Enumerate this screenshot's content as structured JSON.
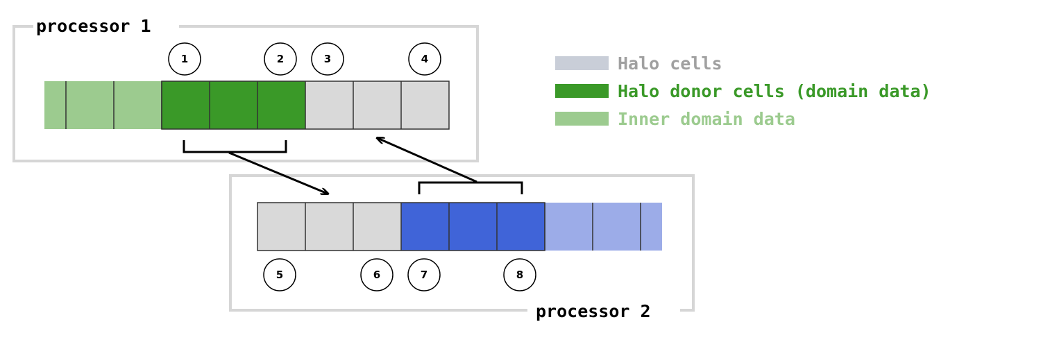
{
  "processors": [
    {
      "title": "processor 1",
      "cells": [
        "inner",
        "inner",
        "inner",
        "donor",
        "donor",
        "donor",
        "halo",
        "halo",
        "halo"
      ],
      "markers": [
        "1",
        "2",
        "3",
        "4"
      ]
    },
    {
      "title": "processor 2",
      "cells": [
        "halo",
        "halo",
        "halo",
        "donor",
        "donor",
        "donor",
        "inner",
        "inner",
        "inner"
      ],
      "markers": [
        "5",
        "6",
        "7",
        "8"
      ]
    }
  ],
  "legend": [
    {
      "key": "halo",
      "label": "Halo cells",
      "color": "#c9ced8",
      "text_color": "#a0a0a0"
    },
    {
      "key": "donor",
      "label": "Halo donor cells (domain data)",
      "color": "#3a9928",
      "text_color": "#3a9928"
    },
    {
      "key": "inner",
      "label": "Inner domain data",
      "color": "#9ccb8f",
      "text_color": "#9ccb8f"
    }
  ],
  "colors": {
    "halo_cell": "#d9d9d9",
    "p1_donor": "#3a9928",
    "p1_inner": "#9ccb8f",
    "p2_donor": "#4064d8",
    "p2_inner": "#9cace8",
    "frame": "#d6d6d6"
  }
}
